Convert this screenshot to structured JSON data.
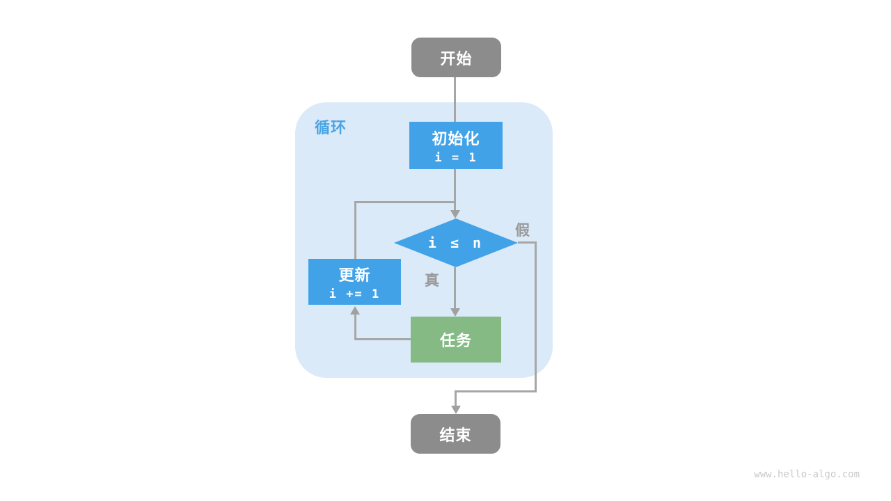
{
  "diagram": {
    "loop_label": "循环",
    "nodes": {
      "start": {
        "label": "开始"
      },
      "init": {
        "title": "初始化",
        "code": "i = 1"
      },
      "condition": {
        "label": "i ≤ n"
      },
      "update": {
        "title": "更新",
        "code": "i += 1"
      },
      "task": {
        "label": "任务"
      },
      "end": {
        "label": "结束"
      }
    },
    "branch_labels": {
      "true": "真",
      "false": "假"
    },
    "watermark": "www.hello-algo.com",
    "colors": {
      "process_blue": "#41A2E8",
      "loop_background": "#DBEAF8",
      "loop_label_blue": "#4AA4E6",
      "task_green": "#85BA85",
      "terminal_gray": "#8C8C8C",
      "line_gray": "#A6A6A6",
      "branch_label_gray": "#999999",
      "watermark_gray": "#C9C9C9",
      "text_white": "#FFFFFF"
    }
  }
}
